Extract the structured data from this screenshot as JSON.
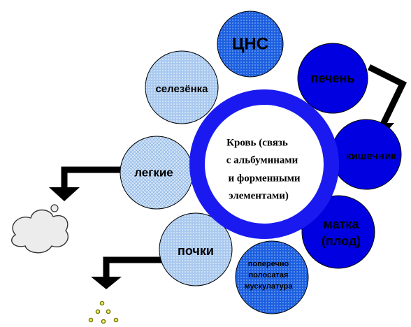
{
  "center": {
    "lines": [
      "Кровь (связь",
      "с альбуминами",
      "и форменными",
      "элементами)"
    ]
  },
  "organs": {
    "cns": "ЦНС",
    "liver": "печень",
    "spleen": "селезёнка",
    "lungs": "легкие",
    "intestine": "кишечник",
    "uterus": [
      "матка",
      "(плод)"
    ],
    "kidneys": "почки",
    "muscle": [
      "поперечно",
      "полосатая",
      "мускулатура"
    ]
  },
  "colors": {
    "dark_blue": "#0a0ae6",
    "light_blue": "#9fc4ee",
    "ring": "#1111ee",
    "hatch": "#ffffff"
  }
}
